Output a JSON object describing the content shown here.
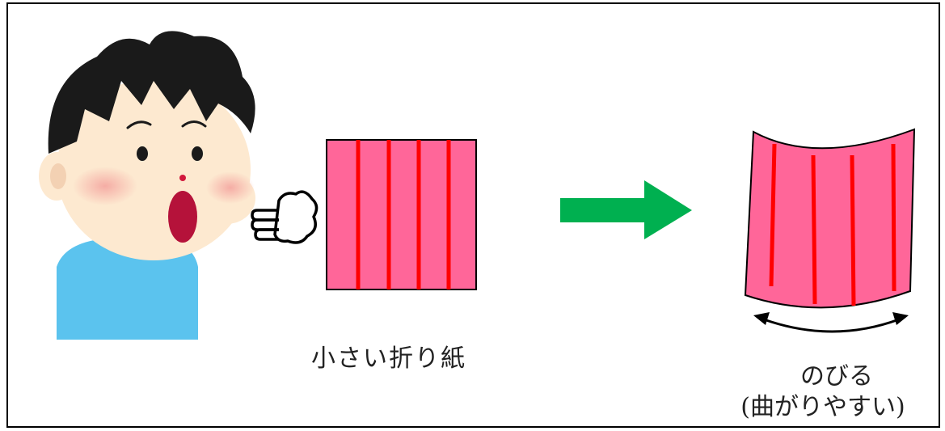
{
  "labels": {
    "small_paper": "小さい折り紙",
    "result_line1": "のびる",
    "result_line2": "(曲がりやすい)"
  },
  "colors": {
    "paper": "#ff6699",
    "fold_line": "#ff0000",
    "arrow": "#00b050",
    "skin": "#fde9d0",
    "hair": "#1a1a1a",
    "shirt": "#5bc3ee",
    "mouth": "#b5123a",
    "cheek": "#f6b3ad"
  },
  "icons": {
    "boy": "boy-blowing-icon",
    "puff": "breath-puff-icon",
    "arrow": "right-arrow-icon",
    "stretch": "double-headed-arrow-icon"
  }
}
